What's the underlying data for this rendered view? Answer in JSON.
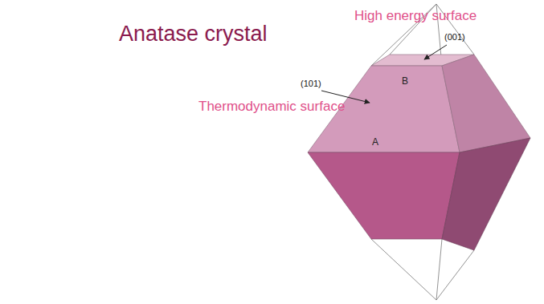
{
  "diagram": {
    "title": "Anatase crystal",
    "labels": [
      "High energy surface",
      "(001)",
      "B",
      "(101)",
      "Thermodynamic surface",
      "A"
    ]
  }
}
